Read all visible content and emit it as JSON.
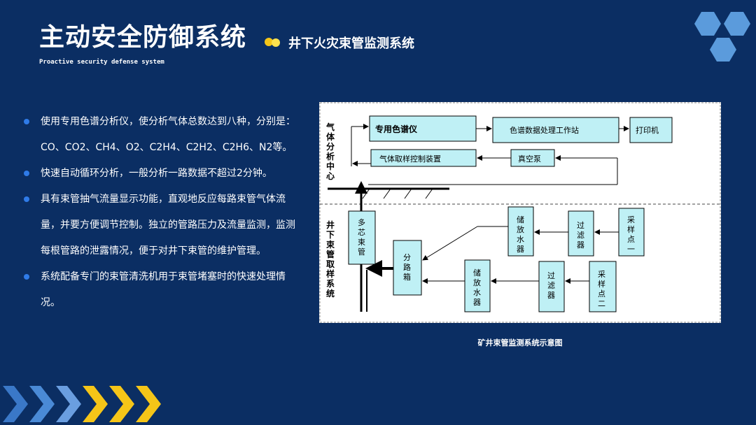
{
  "header": {
    "title": "主动安全防御系统",
    "subtitle": "井下火灾束管监测系统",
    "english_subtitle": "Proactive security defense system"
  },
  "bullets": [
    "使用专用色谱分析仪，使分析气体总数达到八种，分别是：CO、CO2、CH4、O2、C2H4、C2H2、C2H6、N2等。",
    "快速自动循环分析，一般分析一路数据不超过2分钟。",
    "具有束管抽气流量显示功能，直观地反应每路束管气体流量，并要方便调节控制。独立的管路压力及流量监测，监测每根管路的泄露情况，便于对井下束管的维护管理。",
    "系统配备专门的束管清洗机用于束管堵塞时的快速处理情况。"
  ],
  "diagram": {
    "caption": "矿井束管监测系统示意图",
    "upper_section_label": "气体分析中心",
    "lower_section_label": "井下束管取样系统",
    "boxes": {
      "chromatograph": "专用色谱仪",
      "workstation": "色谱数据处理工作站",
      "printer": "打印机",
      "sampling_control": "气体取样控制装置",
      "vacuum_pump": "真空泵",
      "multi_core_tube": "多芯束管",
      "distribution_box": "分路箱",
      "storage_tank_1": "储放水器",
      "filter_1": "过滤器",
      "sampling_point_1": "采样点一",
      "storage_tank_2": "储放水器",
      "filter_2": "过滤器",
      "sampling_point_2": "采样点二"
    }
  },
  "colors": {
    "background": "#0b2e63",
    "box_fill": "#bff0f5",
    "bullet_dot": "#2f7be8",
    "accent_yellow": "#f5c518",
    "hexagon": "#5b9bdc"
  }
}
